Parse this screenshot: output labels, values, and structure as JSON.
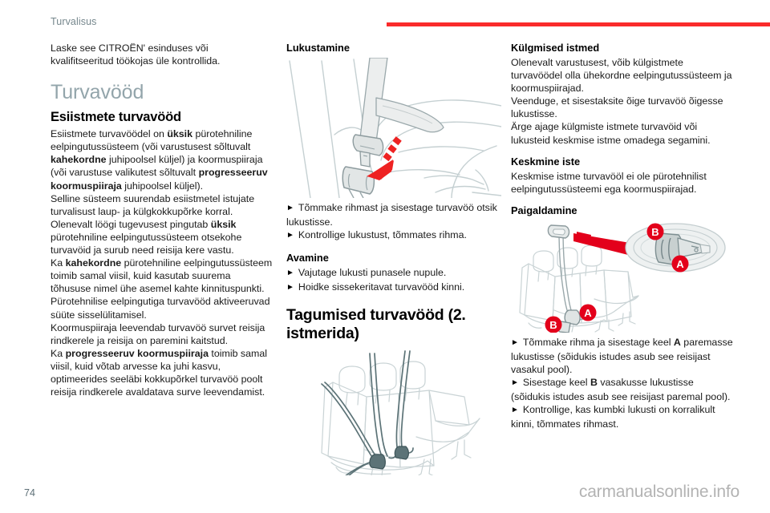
{
  "header": {
    "title": "Turvalisus",
    "rule_color": "#fa2b2b"
  },
  "footer": {
    "page_number": "74",
    "watermark": "carmanualsonline.info"
  },
  "column1": {
    "intro": "Laske see CITROËN' esinduses või kvalifitseeritud töökojas üle kontrollida.",
    "section_title": "Turvavööd",
    "subtitle": "Esiistmete turvavööd",
    "para1_a": "Esiistmete turvavöödel on ",
    "para1_b1": "üksik",
    "para1_c": " pürotehniline eelpingutussüsteem (või varustusest sõltuvalt ",
    "para1_b2": "kahekordne",
    "para1_d": " juhipoolsel küljel) ja koormuspiiraja (või varustuse valikutest sõltuvalt ",
    "para1_b3": "progresseeruv koormuspiiraja",
    "para1_e": " juhipoolsel küljel).",
    "para2": "Selline süsteem suurendab esiistmetel istujate turvalisust laup- ja külgkokkupõrke korral.",
    "para3_a": "Olenevalt löögi tugevusest pingutab ",
    "para3_b": "üksik",
    "para3_c": " pürotehniline eelpingutussüsteem otsekohe turvavöid ja surub need reisija kere vastu.",
    "para4_a": "Ka ",
    "para4_b": "kahekordne",
    "para4_c": " pürotehniline eelpingutussüsteem toimib samal viisil, kuid kasutab suurema tõhususe nimel ühe asemel kahte kinnituspunkti.",
    "para5": "Pürotehnilise eelpingutiga turvavööd aktiveeruvad süüte sisselülitamisel.",
    "para6": "Koormuspiiraja leevendab turvavöö survet reisija rindkerele ja reisija on paremini kaitstud.",
    "para7_a": "Ka ",
    "para7_b": "progresseeruv koormuspiiraja",
    "para7_c": " toimib samal viisil, kuid võtab arvesse ka juhi kasvu, optimeerides seeläbi kokkupõrkel turvavöö poolt reisija rindkerele avaldatava surve leevendamist."
  },
  "column2": {
    "heading_lock": "Lukustamine",
    "figure_buckle_name": "seat-belt-buckle-illustration",
    "bullet1": "Tõmmake rihmast ja sisestage turvavöö otsik lukustisse.",
    "bullet2": "Kontrollige lukustust, tõmmates rihma.",
    "heading_open": "Avamine",
    "bullet3": "Vajutage lukusti punasele nupule.",
    "bullet4": "Hoidke sissekeritavat turvavööd kinni.",
    "title_rear": "Tagumised turvavööd (2. istmerida)",
    "figure_rear_name": "rear-seat-row-illustration"
  },
  "column3": {
    "heading_side": "Külgmised istmed",
    "para1": "Olenevalt varustusest, võib külgistmete turvavöödel olla ühekordne eelpingutussüsteem ja koormuspiirajad.",
    "para2": "Veenduge, et sisestaksite õige turvavöö õigesse lukustisse.",
    "para3": "Ärge ajage külgmiste istmete turvavöid või lukusteid keskmise istme omadega segamini.",
    "heading_centre": "Keskmine iste",
    "para4": "Keskmise istme turvavööl ei ole pürotehnilist eelpingutussüsteemi ega koormuspiirajad.",
    "heading_install": "Paigaldamine",
    "figure_install_name": "centre-belt-installation-illustration",
    "callout_a": "A",
    "callout_b": "B",
    "bullet1_a": "Tõmmake rihma ja sisestage keel ",
    "bullet1_b": "A",
    "bullet1_c": " paremasse lukustisse (sõidukis istudes asub see reisijast vasakul pool).",
    "bullet2_a": "Sisestage keel ",
    "bullet2_b": "B",
    "bullet2_c": " vasakusse lukustisse (sõidukis istudes asub see reisijast paremal pool).",
    "bullet3": "Kontrollige, kas kumbki lukusti on korralikult kinni, tõmmates rihmast."
  },
  "colors": {
    "accent_red": "#e3001b",
    "arrow_red": "#ee2222",
    "section_grey": "#93a5ab",
    "line_grey": "#b9c6c9",
    "fill_grey": "#e4e8e8"
  }
}
